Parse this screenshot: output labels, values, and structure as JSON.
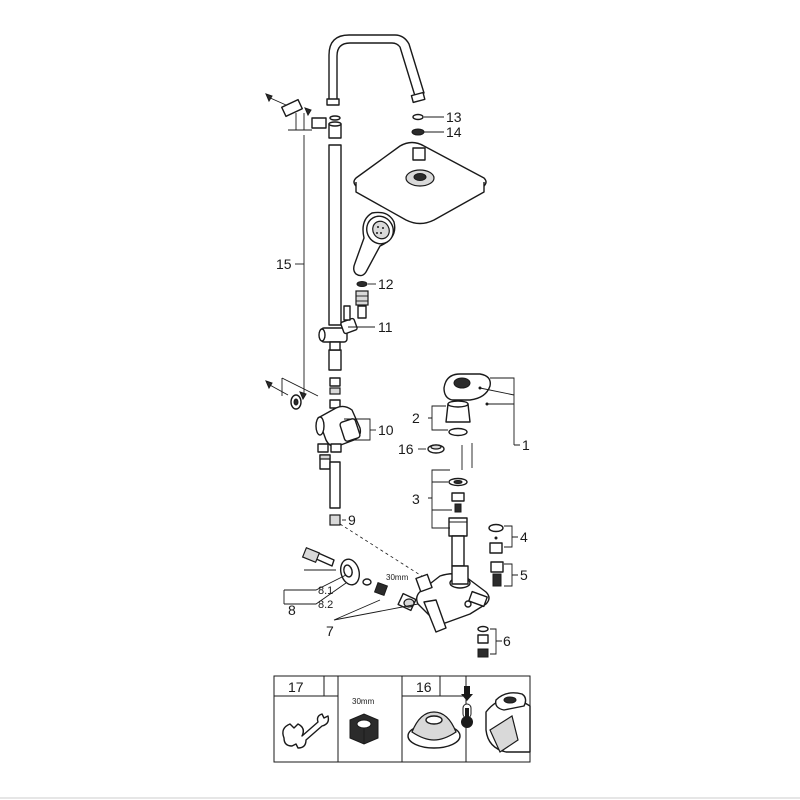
{
  "part_labels": {
    "p1": "1",
    "p2": "2",
    "p3": "3",
    "p4": "4",
    "p5": "5",
    "p6": "6",
    "p7": "7",
    "p8": "8",
    "p8_1": "8.1",
    "p8_2": "8.2",
    "p9": "9",
    "p10": "10",
    "p11": "11",
    "p12": "12",
    "p13": "13",
    "p14": "14",
    "p15": "15",
    "p16": "16"
  },
  "dimension_note": "30mm",
  "accessory_strip": {
    "cells": [
      {
        "number": "17"
      },
      {
        "caption": "30mm"
      },
      {
        "number": "16"
      },
      {
        "number": ""
      }
    ]
  }
}
